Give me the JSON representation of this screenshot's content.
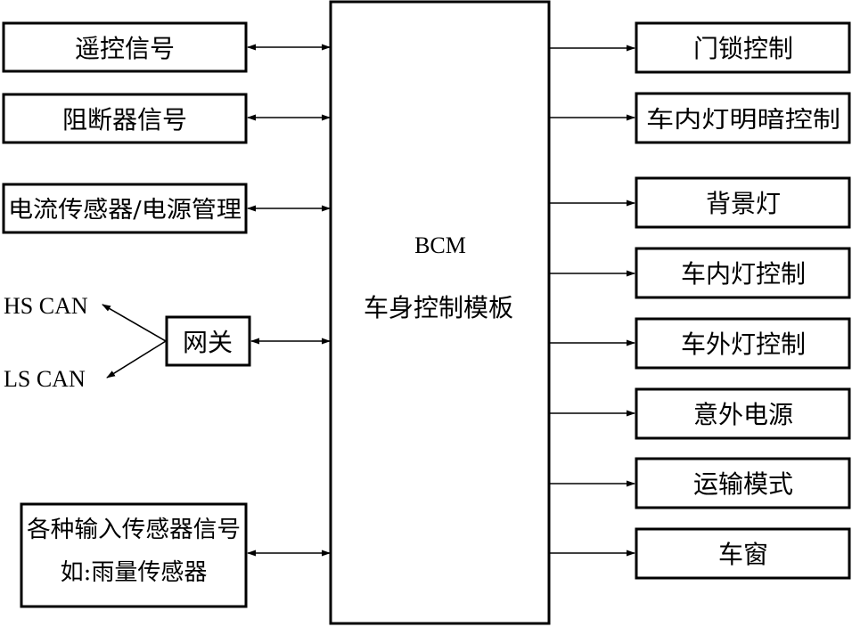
{
  "center_module": {
    "acronym": "BCM",
    "name": "车身控制模板"
  },
  "left_inputs": [
    {
      "label": "遥控信号"
    },
    {
      "label": "阻断器信号"
    },
    {
      "label": "电流传感器/电源管理"
    },
    {
      "label": "网关"
    },
    {
      "label_line1": "各种输入传感器信号",
      "label_line2": "如:雨量传感器"
    }
  ],
  "gateway_buses": [
    {
      "label": "HS CAN"
    },
    {
      "label": "LS CAN"
    }
  ],
  "right_outputs": [
    {
      "label": "门锁控制"
    },
    {
      "label": "车内灯明暗控制"
    },
    {
      "label": "背景灯"
    },
    {
      "label": "车内灯控制"
    },
    {
      "label": "车外灯控制"
    },
    {
      "label": "意外电源"
    },
    {
      "label": "运输模式"
    },
    {
      "label": "车窗"
    }
  ]
}
